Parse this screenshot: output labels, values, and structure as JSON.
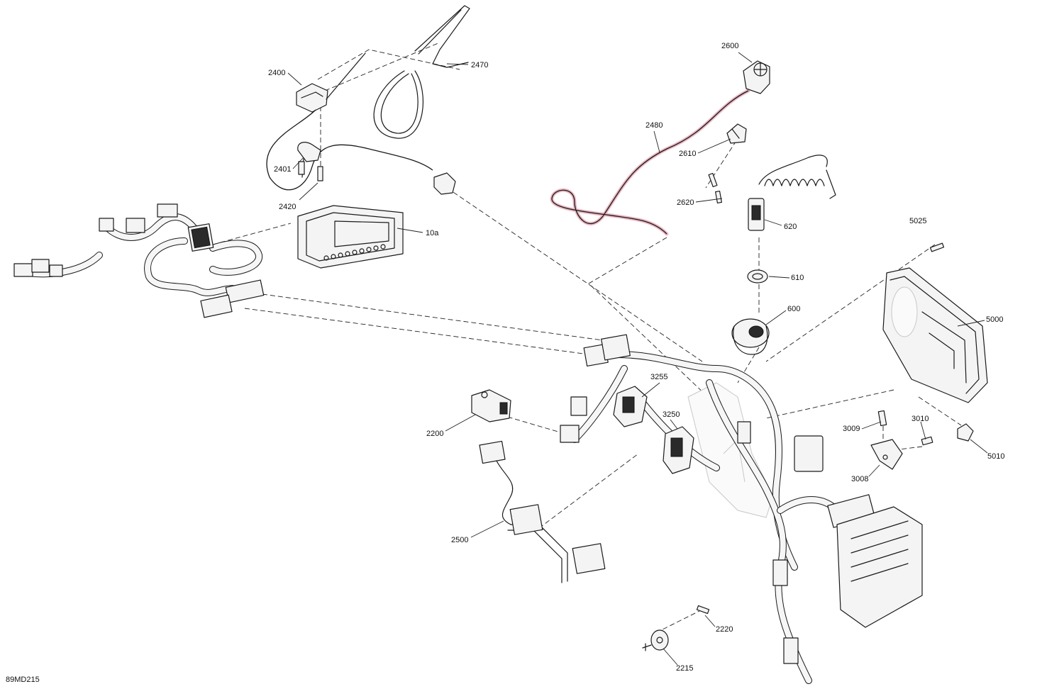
{
  "figure": {
    "id_label": "89MD215",
    "highlight_color": "#e6a6b4",
    "line_color": "#1a1a1a"
  },
  "callouts": {
    "c2400": "2400",
    "c2470": "2470",
    "c2401": "2401",
    "c2420": "2420",
    "c10a": "10a",
    "c2600": "2600",
    "c2480": "2480",
    "c2610": "2610",
    "c2620": "2620",
    "c620": "620",
    "c5025": "5025",
    "c610": "610",
    "c600": "600",
    "c5000": "5000",
    "c3255": "3255",
    "c3250": "3250",
    "c2200": "2200",
    "c3009": "3009",
    "c3010": "3010",
    "c5010": "5010",
    "c3008": "3008",
    "c2500": "2500",
    "c2220": "2220",
    "c2215": "2215"
  }
}
